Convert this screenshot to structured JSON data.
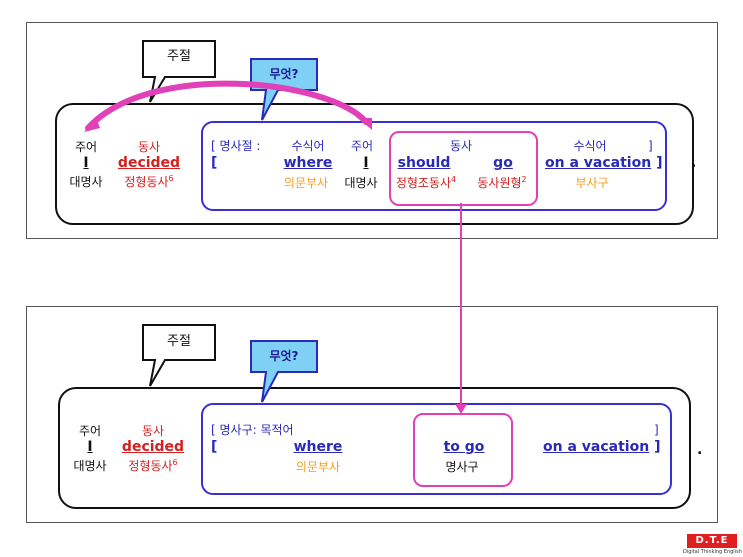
{
  "callouts": {
    "clause": "주절",
    "what": "무엇?"
  },
  "top": {
    "subject": {
      "role": "주어",
      "word": "I",
      "pos": "대명사"
    },
    "verb": {
      "role": "동사",
      "word": "decided",
      "pos": "정형동사",
      "pos_sup": "6"
    },
    "bracket": {
      "label": "[ 명사절 :",
      "close_mark": "]",
      "open": "[",
      "modifier_role": "수식어",
      "where": "where",
      "where_pos": "의문부사",
      "sub_role": "주어",
      "sub_word": "I",
      "sub_pos": "대명사",
      "verb_role": "동사",
      "should": "should",
      "should_pos": "정형조동사",
      "should_sup": "4",
      "go": "go",
      "go_pos": "동사원형",
      "go_sup": "2",
      "mod2_role": "수식어",
      "vacation": "on a vacation",
      "vacation_close": "]",
      "vacation_pos": "부사구"
    },
    "period": "."
  },
  "bottom": {
    "subject": {
      "role": "주어",
      "word": "I",
      "pos": "대명사"
    },
    "verb": {
      "role": "동사",
      "word": "decided",
      "pos": "정형동사",
      "pos_sup": "6"
    },
    "bracket": {
      "label": "[ 명사구: 목적어",
      "close_mark": "]",
      "open": "[",
      "where": "where",
      "where_pos": "의문부사",
      "togo": "to go",
      "togo_pos": "명사구",
      "vacation": "on a vacation",
      "vacation_close": "]"
    },
    "period": "."
  },
  "logo": {
    "mark": "D.T.E",
    "caption": "Digital Thinking English"
  },
  "colors": {
    "red": "#d42020",
    "blue": "#2a2ab8",
    "orange": "#f0a020",
    "magenta": "#e040b8",
    "callout_blue": "#7fd0f5"
  }
}
